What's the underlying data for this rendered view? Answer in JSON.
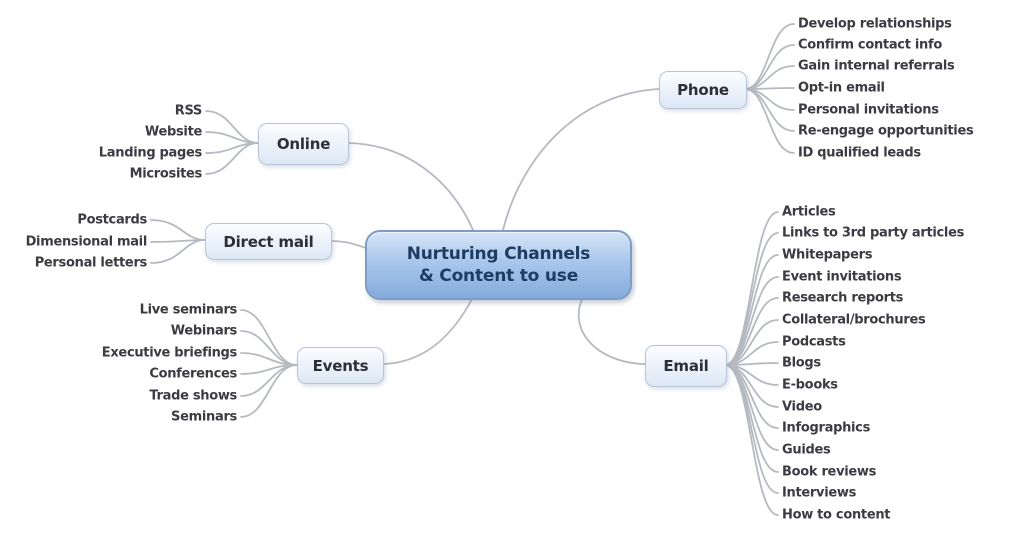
{
  "diagram": {
    "central_topic": {
      "line1": "Nurturing Channels",
      "line2": "& Content to use"
    },
    "branches": [
      {
        "id": "phone",
        "label": "Phone",
        "leaves": [
          "Develop relationships",
          "Confirm contact info",
          "Gain internal referrals",
          "Opt-in email",
          "Personal invitations",
          "Re-engage opportunities",
          "ID qualified leads"
        ]
      },
      {
        "id": "online",
        "label": "Online",
        "leaves": [
          "RSS",
          "Website",
          "Landing pages",
          "Microsites"
        ]
      },
      {
        "id": "direct-mail",
        "label": "Direct mail",
        "leaves": [
          "Postcards",
          "Dimensional mail",
          "Personal letters"
        ]
      },
      {
        "id": "events",
        "label": "Events",
        "leaves": [
          "Live seminars",
          "Webinars",
          "Executive briefings",
          "Conferences",
          "Trade shows",
          "Seminars"
        ]
      },
      {
        "id": "email",
        "label": "Email",
        "leaves": [
          "Articles",
          "Links to 3rd party articles",
          "Whitepapers",
          "Event invitations",
          "Research reports",
          "Collateral/brochures",
          "Podcasts",
          "Blogs",
          "E-books",
          "Video",
          "Infographics",
          "Guides",
          "Book reviews",
          "Interviews",
          "How to content"
        ]
      }
    ],
    "colors": {
      "central_fill_top": "#d6e4f7",
      "central_fill_bottom": "#85abdc",
      "central_border": "#7e9cc4",
      "central_text": "#1e3c64",
      "branch_fill_top": "#fcfdff",
      "branch_fill_bottom": "#dde8f6",
      "branch_border": "#b8c4d7",
      "branch_text": "#2e2e38",
      "leaf_text": "#3b3b42",
      "connector": "#b5b9c0",
      "background": "#ffffff"
    }
  }
}
